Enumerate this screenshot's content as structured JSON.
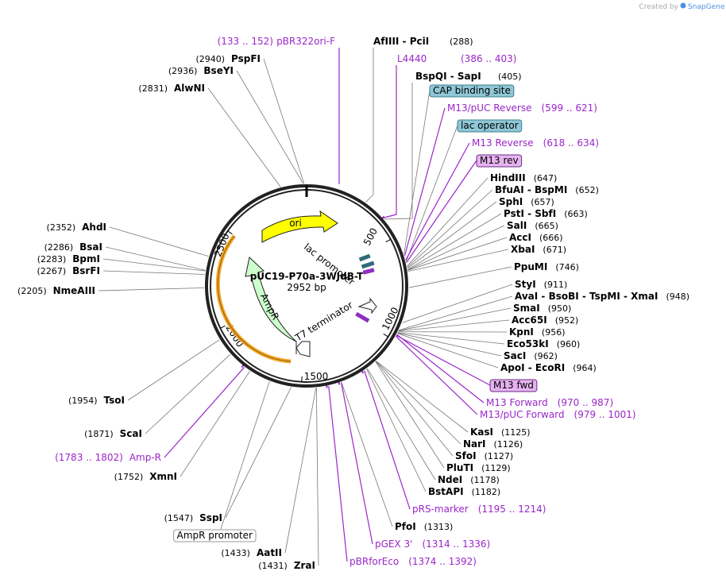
{
  "credit": {
    "text": "Created by",
    "brand": "SnapGene"
  },
  "plasmid": {
    "name": "pUC19-P70a-3WJdB-T",
    "size": "2952 bp"
  },
  "ring_ticks": [
    "500",
    "1000",
    "1500",
    "2000",
    "2500"
  ],
  "inner_features": {
    "ori": "ori",
    "lac_promoter": "lac promoter",
    "ampr": "AmpR",
    "t7": "T7 terminator"
  },
  "colors": {
    "feature_text": "#9b26c9",
    "ori": "#ffff00",
    "ampr": "#ccffcc",
    "amp_arc": "#f5a623",
    "cap_box": "#8fc7d6",
    "m13_box": "#e6b3f0"
  },
  "top_labels": [
    {
      "range": "(133 .. 152)",
      "name": "pBR322ori-F"
    },
    {
      "enzymes": "AfIIII  -  PciI",
      "pos": "(288)"
    },
    {
      "name": "L4440",
      "range": "(386 .. 403)"
    },
    {
      "enzymes": "BspQI  -  SapI",
      "pos": "(405)"
    }
  ],
  "right_labels": [
    {
      "box": "CAP binding site"
    },
    {
      "name": "M13/pUC Reverse",
      "range": "(599 .. 621)"
    },
    {
      "box": "lac operator"
    },
    {
      "name": "M13 Reverse",
      "range": "(618 .. 634)"
    },
    {
      "box": "M13 rev"
    },
    {
      "enzymes": "HindIII",
      "pos": "(647)"
    },
    {
      "enzymes": "BfuAI  -  BspMI",
      "pos": "(652)"
    },
    {
      "enzymes": "SphI",
      "pos": "(657)"
    },
    {
      "enzymes": "PstI  -  SbfI",
      "pos": "(663)"
    },
    {
      "enzymes": "SalI",
      "pos": "(665)"
    },
    {
      "enzymes": "AccI",
      "pos": "(666)"
    },
    {
      "enzymes": "XbaI",
      "pos": "(671)"
    },
    {
      "enzymes": "PpuMI",
      "pos": "(746)"
    },
    {
      "enzymes": "StyI",
      "pos": "(911)"
    },
    {
      "enzymes": "AvaI  -  BsoBI  -  TspMI  -  XmaI",
      "pos": "(948)"
    },
    {
      "enzymes": "SmaI",
      "pos": "(950)"
    },
    {
      "enzymes": "Acc65I",
      "pos": "(952)"
    },
    {
      "enzymes": "KpnI",
      "pos": "(956)"
    },
    {
      "enzymes": "Eco53kI",
      "pos": "(960)"
    },
    {
      "enzymes": "SacI",
      "pos": "(962)"
    },
    {
      "enzymes": "ApoI  -  EcoRI",
      "pos": "(964)"
    },
    {
      "box": "M13 fwd"
    },
    {
      "name": "M13 Forward",
      "range": "(970 .. 987)"
    },
    {
      "name": "M13/pUC Forward",
      "range": "(979 .. 1001)"
    },
    {
      "enzymes": "KasI",
      "pos": "(1125)"
    },
    {
      "enzymes": "NarI",
      "pos": "(1126)"
    },
    {
      "enzymes": "SfoI",
      "pos": "(1127)"
    },
    {
      "enzymes": "PluTI",
      "pos": "(1129)"
    },
    {
      "enzymes": "NdeI",
      "pos": "(1178)"
    },
    {
      "enzymes": "BstAPI",
      "pos": "(1182)"
    },
    {
      "name": "pRS-marker",
      "range": "(1195 .. 1214)"
    },
    {
      "enzymes": "PfoI",
      "pos": "(1313)"
    },
    {
      "name": "pGEX 3'",
      "range": "(1314 .. 1336)"
    },
    {
      "name": "pBRforEco",
      "range": "(1374 .. 1392)"
    }
  ],
  "left_labels": [
    {
      "pos": "(2940)",
      "enzymes": "PspFI"
    },
    {
      "pos": "(2936)",
      "enzymes": "BseYI"
    },
    {
      "pos": "(2831)",
      "enzymes": "AlwNI"
    },
    {
      "pos": "(2352)",
      "enzymes": "AhdI"
    },
    {
      "pos": "(2286)",
      "enzymes": "BsaI"
    },
    {
      "pos": "(2283)",
      "enzymes": "BpmI"
    },
    {
      "pos": "(2267)",
      "enzymes": "BsrFI"
    },
    {
      "pos": "(2205)",
      "enzymes": "NmeAIII"
    },
    {
      "pos": "(1954)",
      "enzymes": "TsoI"
    },
    {
      "pos": "(1871)",
      "enzymes": "ScaI"
    },
    {
      "range": "(1783 .. 1802)",
      "name": "Amp-R"
    },
    {
      "pos": "(1752)",
      "enzymes": "XmnI"
    },
    {
      "pos": "(1547)",
      "enzymes": "SspI"
    },
    {
      "box": "AmpR promoter"
    },
    {
      "pos": "(1433)",
      "enzymes": "AatII"
    },
    {
      "pos": "(1431)",
      "enzymes": "ZraI"
    }
  ]
}
